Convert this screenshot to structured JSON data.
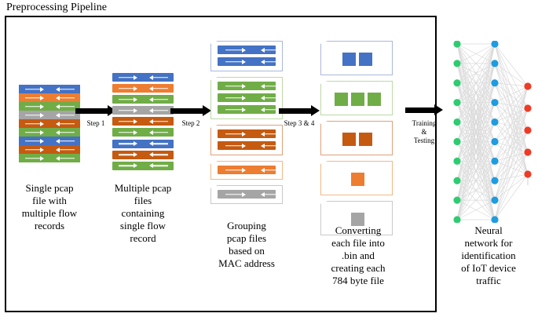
{
  "figure": {
    "title": "Preprocessing Pipeline"
  },
  "colors": {
    "blue": "#4472C4",
    "orange": "#ED7D31",
    "green": "#70AD47",
    "gray": "#A5A5A5",
    "rust": "#C55A11",
    "node_green": "#2ECC71",
    "node_blue": "#1F9BE0",
    "node_red": "#EE3B26",
    "edge": "#d9d9d9",
    "box_border": "#000000",
    "arrow": "#000000"
  },
  "stages": [
    {
      "id": "stage-1",
      "caption": "Single pcap file with multiple flow records",
      "caption_lines": [
        "Single pcap",
        "file with",
        "multiple flow",
        "records"
      ],
      "bars": [
        "blue",
        "orange",
        "green",
        "gray",
        "rust",
        "green",
        "blue",
        "rust",
        "green"
      ]
    },
    {
      "id": "stage-2",
      "caption": "Multiple pcap files containing single flow record",
      "caption_lines": [
        "Multiple pcap",
        "files",
        "containing",
        "single flow",
        "record"
      ],
      "bars": [
        "blue",
        "orange",
        "green",
        "gray",
        "rust",
        "green",
        "blue",
        "rust",
        "green"
      ]
    },
    {
      "id": "stage-3",
      "caption": "Grouping pcap files based on MAC address",
      "caption_lines": [
        "Grouping",
        "pcap files",
        "based on",
        "MAC address"
      ],
      "groups": [
        {
          "color": "blue",
          "count": 2
        },
        {
          "color": "green",
          "count": 3
        },
        {
          "color": "rust",
          "count": 2
        },
        {
          "color": "orange",
          "count": 1
        },
        {
          "color": "gray",
          "count": 1
        }
      ]
    },
    {
      "id": "stage-4",
      "caption": "Converting each file into .bin and creating each 784 byte file",
      "caption_lines": [
        "Converting",
        "each file into",
        ".bin and",
        "creating each",
        "784 byte file"
      ],
      "groups": [
        {
          "color": "blue",
          "count": 2
        },
        {
          "color": "green",
          "count": 3
        },
        {
          "color": "rust",
          "count": 2
        },
        {
          "color": "orange",
          "count": 1
        },
        {
          "color": "gray",
          "count": 1
        }
      ]
    },
    {
      "id": "stage-5",
      "caption": "Neural network for identification of IoT device traffic",
      "caption_lines": [
        "Neural",
        "network for",
        "identification",
        "of IoT device",
        "traffic"
      ],
      "network": {
        "layers": [
          {
            "name": "input",
            "nodes": 10,
            "color": "#2ECC71"
          },
          {
            "name": "hidden",
            "nodes": 10,
            "color": "#1F9BE0"
          },
          {
            "name": "output",
            "nodes": 5,
            "color": "#EE3B26"
          }
        ]
      }
    }
  ],
  "arrows": [
    {
      "id": "arrow-step-1",
      "label": "Step 1"
    },
    {
      "id": "arrow-step-2",
      "label": "Step 2"
    },
    {
      "id": "arrow-step-3-4",
      "label": "Step 3 & 4"
    },
    {
      "id": "arrow-training-testing",
      "label_lines": [
        "Training",
        "&",
        "Testing"
      ]
    }
  ]
}
